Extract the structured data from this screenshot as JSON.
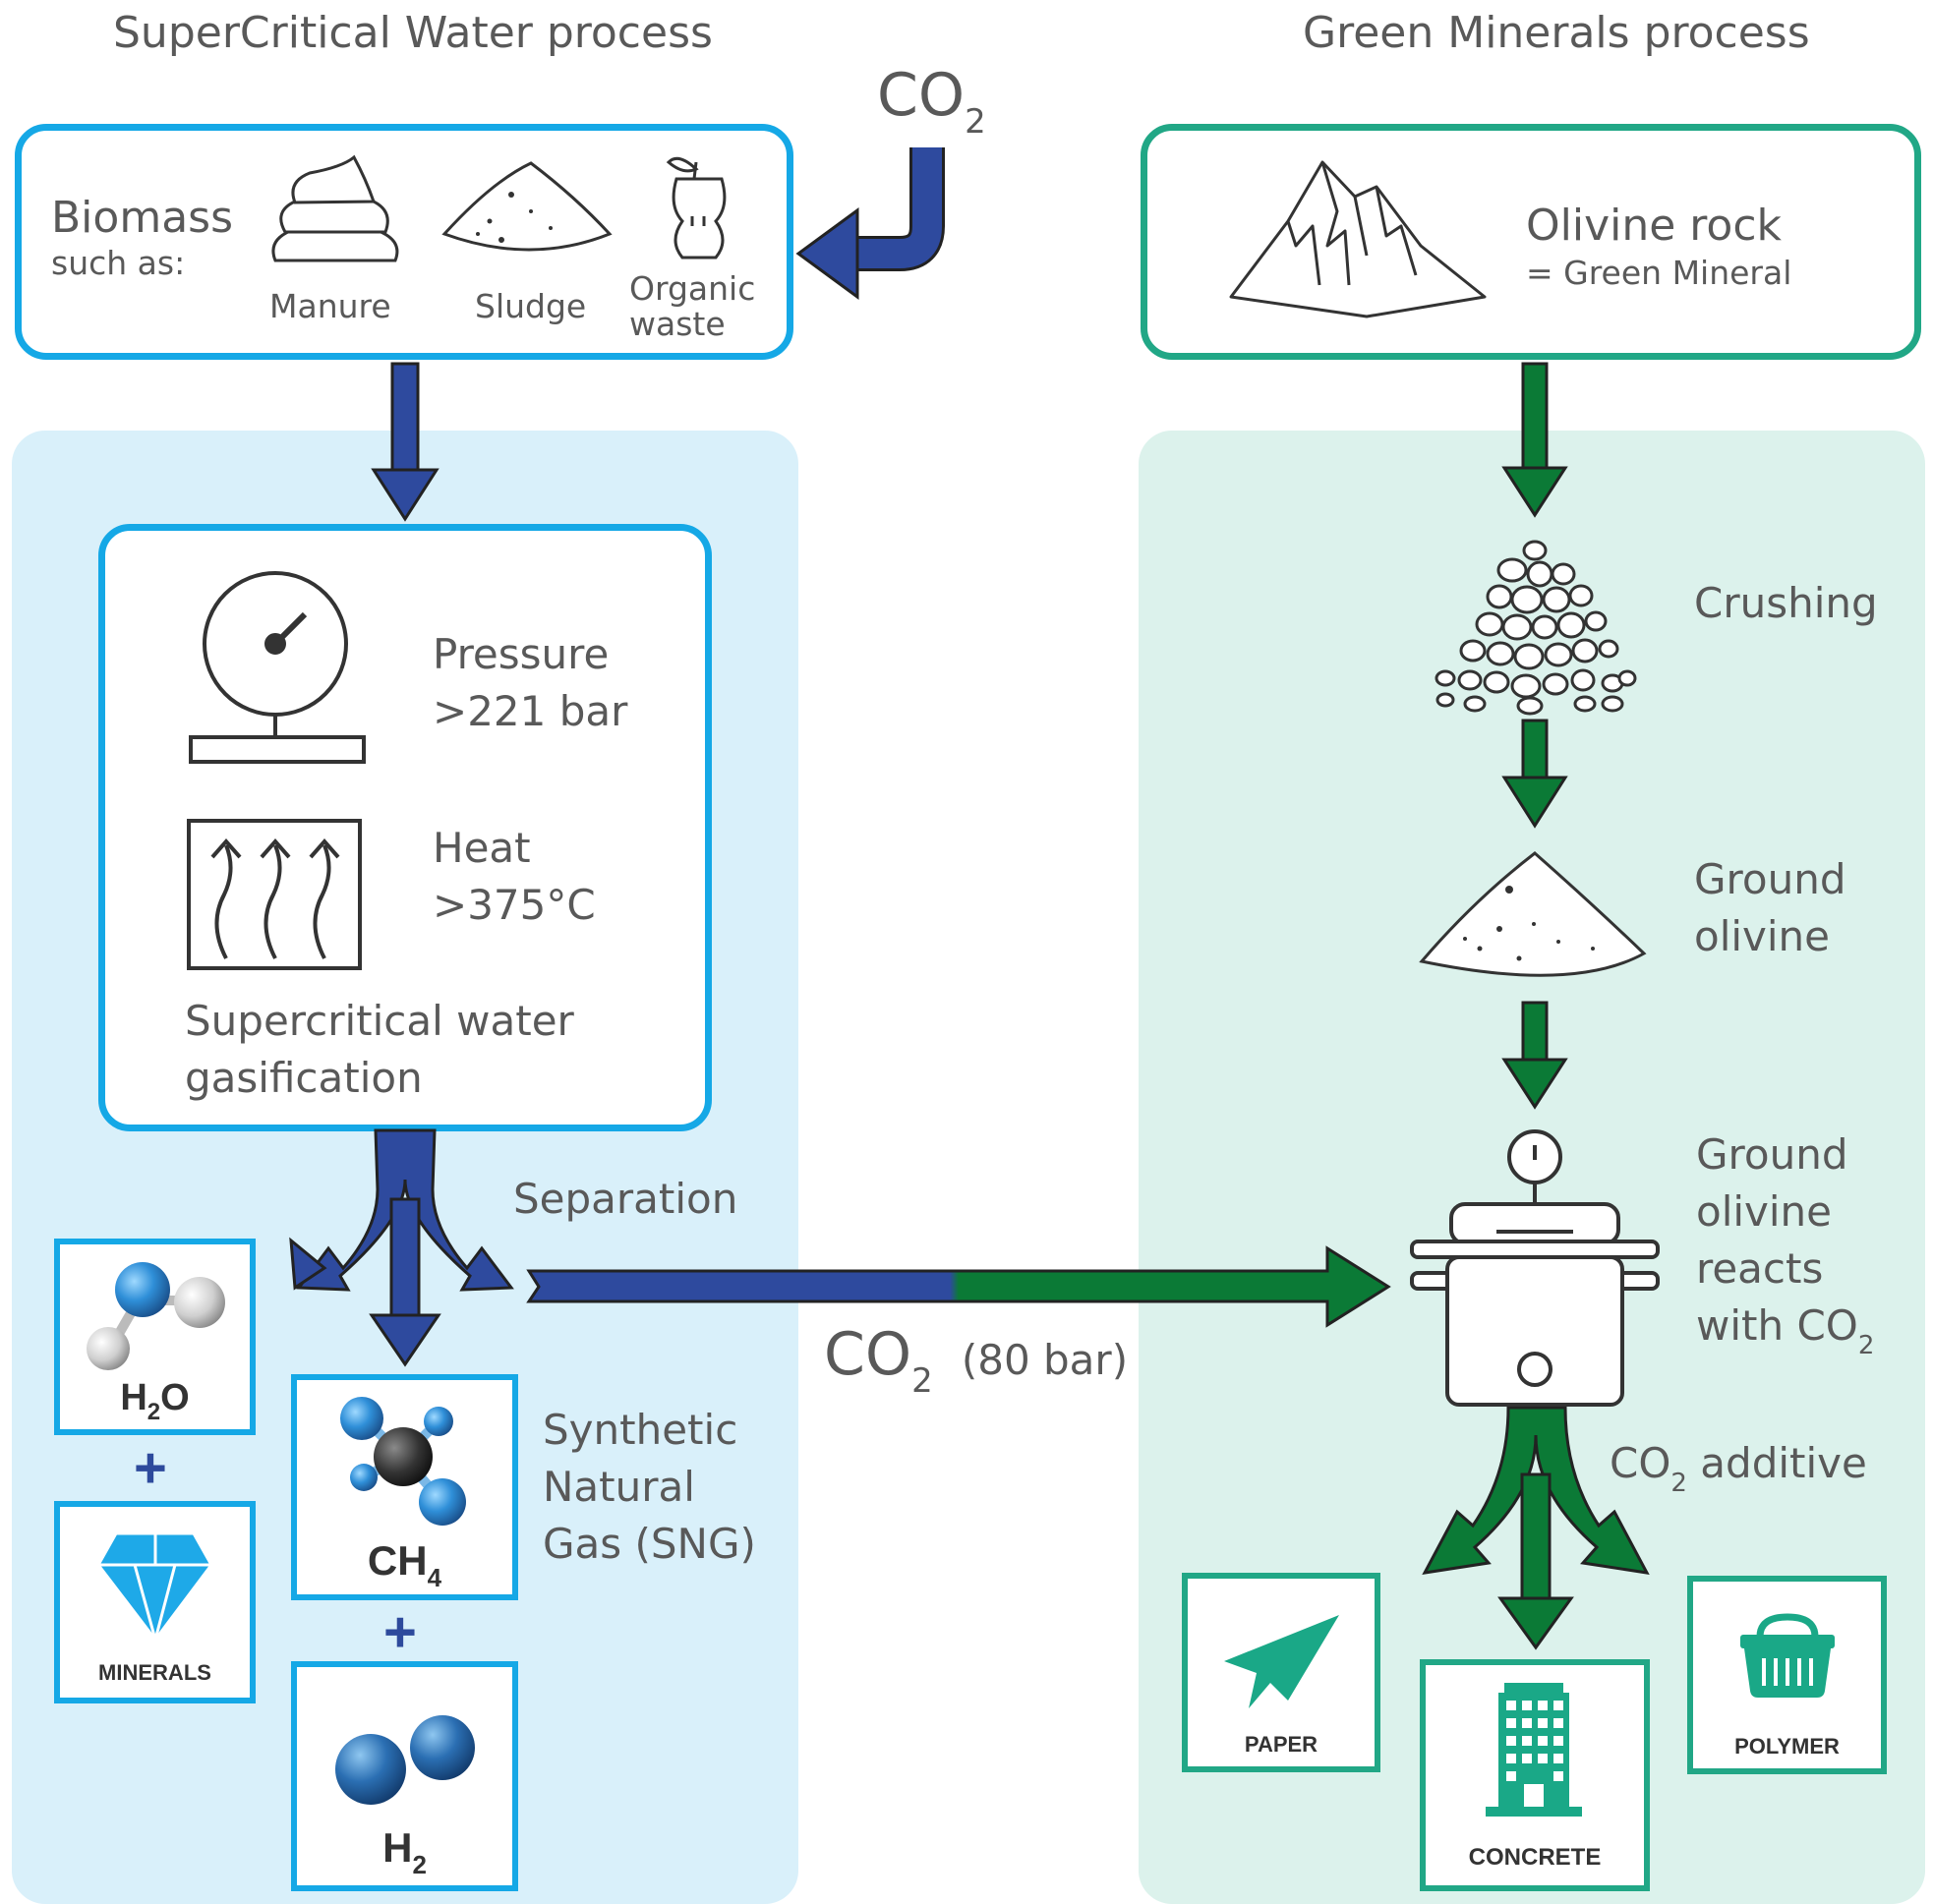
{
  "left": {
    "title": "SuperCritical Water process",
    "biomass": {
      "heading": "Biomass",
      "sub": "such as:",
      "items": [
        "Manure",
        "Sludge",
        "Organic",
        "waste"
      ]
    },
    "co2_input": {
      "base": "CO",
      "sub": "2"
    },
    "reactor": {
      "pressure": [
        "Pressure",
        ">221 bar"
      ],
      "heat": [
        "Heat",
        ">375°C"
      ],
      "caption": [
        "Supercritical water",
        "gasification"
      ]
    },
    "separation": "Separation",
    "products": {
      "water": {
        "base": "H",
        "sub": "2",
        "tail": "O"
      },
      "minerals": "MINERALS",
      "methane": {
        "base": "CH",
        "sub": "4"
      },
      "hydrogen": {
        "base": "H",
        "sub": "2"
      },
      "plus": "+",
      "sng": [
        "Synthetic",
        "Natural",
        "Gas (SNG)"
      ]
    }
  },
  "transfer": {
    "base": "CO",
    "sub": "2",
    "tail": "(80 bar)"
  },
  "right": {
    "title": "Green Minerals process",
    "olivine": {
      "heading": "Olivine rock",
      "sub": "= Green Mineral"
    },
    "steps": {
      "crushing": "Crushing",
      "ground": [
        "Ground",
        "olivine"
      ],
      "reacts": [
        "Ground",
        "olivine",
        "reacts",
        "with CO"
      ],
      "reacts_sub": "2"
    },
    "additive": {
      "base": "CO",
      "sub": "2",
      "tail": "additive"
    },
    "products": {
      "paper": "PAPER",
      "concrete": "CONCRETE",
      "polymer": "POLYMER"
    }
  },
  "colors": {
    "blue_arrow": "#2e4a9e",
    "green_arrow": "#0b7a36",
    "box_blue": "#15a8e6",
    "box_green": "#21a786",
    "panel_blue": "#d9f0fa",
    "panel_green": "#dcf2ec",
    "icon_teal": "#1aa887"
  }
}
